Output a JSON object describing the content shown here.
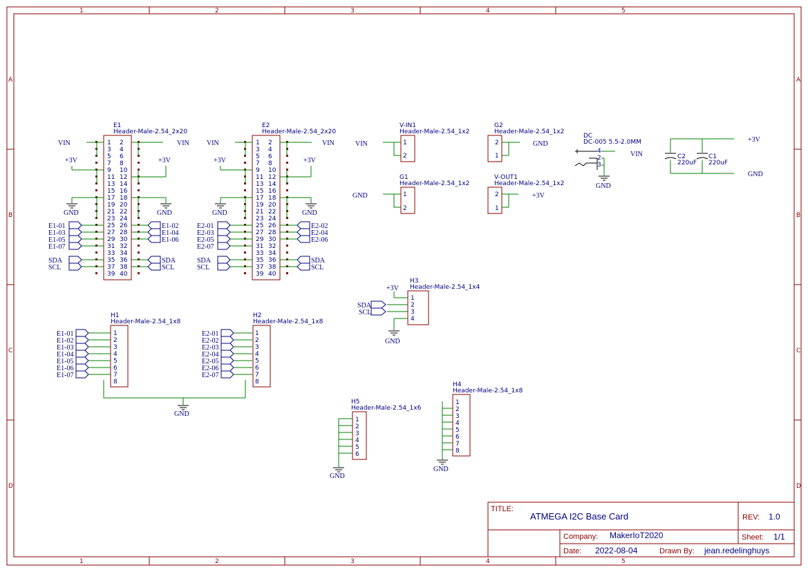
{
  "grid": {
    "columns": [
      "1",
      "2",
      "3",
      "4",
      "5"
    ],
    "rows": [
      "A",
      "B",
      "C",
      "D"
    ]
  },
  "title_block": {
    "title_label": "TITLE:",
    "title": "ATMEGA I2C Base Card",
    "rev_label": "REV:",
    "rev": "1.0",
    "company_label": "Company:",
    "company": "MakerIoT2020",
    "sheet_label": "Sheet:",
    "sheet": "1/1",
    "date_label": "Date:",
    "date": "2022-08-04",
    "drawn_label": "Drawn By:",
    "drawn": "jean.redelinghuys"
  },
  "components": {
    "E1": {
      "ref": "E1",
      "value": "Header-Male-2.54_2x20"
    },
    "E2": {
      "ref": "E2",
      "value": "Header-Male-2.54_2x20"
    },
    "VIN1": {
      "ref": "V-IN1",
      "value": "Header-Male-2.54_1x2"
    },
    "G1": {
      "ref": "G1",
      "value": "Header-Male-2.54_1x2"
    },
    "G2": {
      "ref": "G2",
      "value": "Header-Male-2.54_1x2"
    },
    "VOUT1": {
      "ref": "V-OUT1",
      "value": "Header-Male-2.54_1x2"
    },
    "DC": {
      "ref": "DC",
      "value": "DC-005 5.5-2.0MM"
    },
    "C2": {
      "ref": "C2",
      "value": "220uF"
    },
    "C1": {
      "ref": "C1",
      "value": "220uF"
    },
    "H1": {
      "ref": "H1",
      "value": "Header-Male-2.54_1x8"
    },
    "H2": {
      "ref": "H2",
      "value": "Header-Male-2.54_1x8"
    },
    "H3": {
      "ref": "H3",
      "value": "Header-Male-2.54_1x4"
    },
    "H4": {
      "ref": "H4",
      "value": "Header-Male-2.54_1x8"
    },
    "H5": {
      "ref": "H5",
      "value": "Header-Male-2.54_1x6"
    }
  },
  "e1_left_pins": [
    "1",
    "3",
    "5",
    "7",
    "9",
    "11",
    "13",
    "15",
    "17",
    "19",
    "21",
    "23",
    "25",
    "27",
    "29",
    "31",
    "33",
    "35",
    "37",
    "39"
  ],
  "e1_right_pins": [
    "2",
    "4",
    "6",
    "8",
    "10",
    "12",
    "14",
    "16",
    "18",
    "20",
    "22",
    "24",
    "26",
    "28",
    "30",
    "32",
    "34",
    "36",
    "38",
    "40"
  ],
  "e1_labels_left": [
    "E1-01",
    "E1-03",
    "E1-05",
    "E1-07",
    "SDA",
    "SCL"
  ],
  "e1_labels_right": [
    "E1-02",
    "E1-04",
    "E1-06",
    "SDA",
    "SCL"
  ],
  "e2_labels_left": [
    "E2-01",
    "E2-03",
    "E2-05",
    "E2-07",
    "SDA",
    "SCL"
  ],
  "e2_labels_right": [
    "E2-02",
    "E2-04",
    "E2-06",
    "SDA",
    "SCL"
  ],
  "h1_labels": [
    "E1-01",
    "E1-02",
    "E1-03",
    "E1-04",
    "E1-05",
    "E1-06",
    "E1-07"
  ],
  "h2_labels": [
    "E2-01",
    "E2-02",
    "E2-03",
    "E2-04",
    "E2-05",
    "E2-06",
    "E2-07"
  ],
  "pins8": [
    "1",
    "2",
    "3",
    "4",
    "5",
    "6",
    "7",
    "8"
  ],
  "pins6": [
    "1",
    "2",
    "3",
    "4",
    "5",
    "6"
  ],
  "pins4": [
    "1",
    "2",
    "3",
    "4"
  ],
  "pins2": [
    "1",
    "2"
  ],
  "pins2r": [
    "2",
    "1"
  ],
  "dc_pins": [
    "4",
    "2",
    "3"
  ],
  "nets": {
    "vin": "VIN",
    "v3": "+3V",
    "gnd": "GND",
    "sda": "SDA",
    "scl": "SCL"
  },
  "colors": {
    "frame": "#8b0000",
    "wire": "#008000",
    "text": "#000080"
  }
}
